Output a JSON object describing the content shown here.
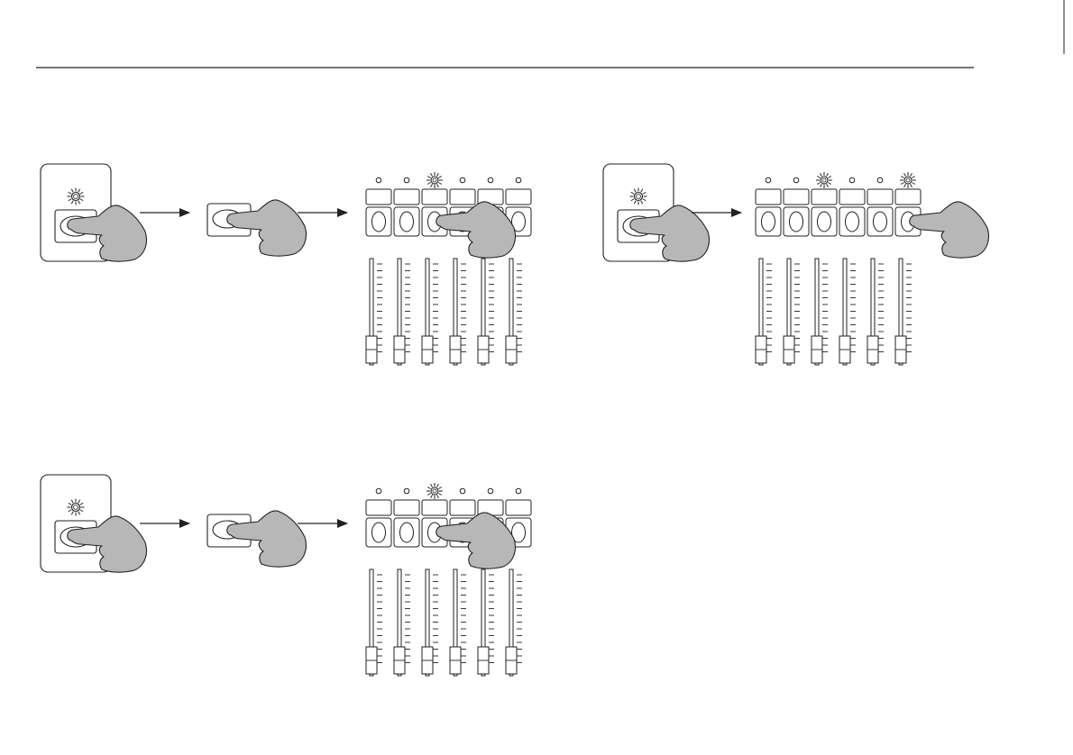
{
  "colors": {
    "ink": "#222222",
    "finger": "#b7b7b7",
    "paper": "#ffffff"
  },
  "panels": [
    {
      "id": "top-left",
      "steps": [
        "master-button-press",
        "button-press",
        "channel-select"
      ],
      "lit_leds": [
        3
      ],
      "pressed_button": 3
    },
    {
      "id": "top-right",
      "steps": [
        "master-button-press",
        "channel-select"
      ],
      "lit_leds": [
        3,
        6
      ],
      "pressed_button": 6
    },
    {
      "id": "bottom-left",
      "steps": [
        "master-button-press",
        "button-press",
        "channel-select"
      ],
      "lit_leds": [
        3
      ],
      "pressed_button": 3
    }
  ],
  "channel_count": 6,
  "icons": [
    "pointing-hand-icon",
    "lit-led-icon",
    "unlit-led-icon",
    "arrow-icon",
    "fader-icon",
    "push-button-icon"
  ]
}
